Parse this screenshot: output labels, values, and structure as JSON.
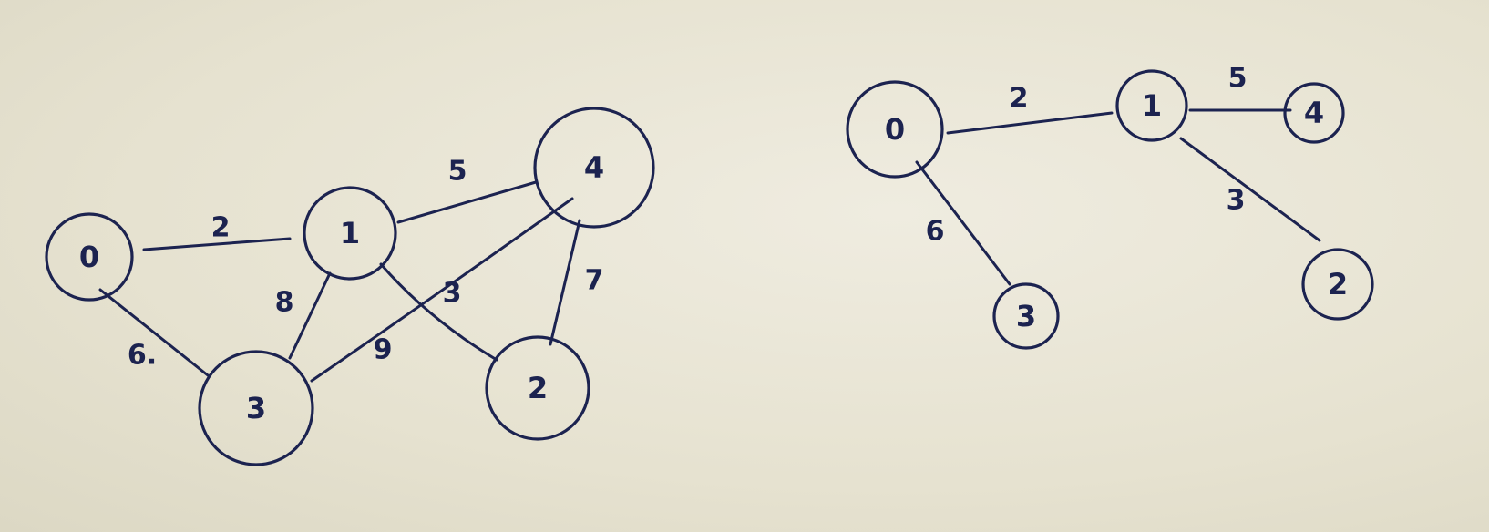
{
  "colors": {
    "ink": "#1c2350",
    "paper": "#e7e3d2"
  },
  "graphs": {
    "original": {
      "nodes": {
        "n0": "0",
        "n1": "1",
        "n2": "2",
        "n3": "3",
        "n4": "4"
      },
      "edges": [
        {
          "from": "0",
          "to": "1",
          "weight": "2"
        },
        {
          "from": "1",
          "to": "4",
          "weight": "5"
        },
        {
          "from": "1",
          "to": "3",
          "weight": "8"
        },
        {
          "from": "1",
          "to": "2",
          "weight": "3"
        },
        {
          "from": "3",
          "to": "4",
          "weight": "9"
        },
        {
          "from": "4",
          "to": "2",
          "weight": "7"
        },
        {
          "from": "3",
          "to": "0",
          "weight": "6."
        }
      ]
    },
    "tree": {
      "nodes": {
        "n0": "0",
        "n1": "1",
        "n2": "2",
        "n3": "3",
        "n4": "4"
      },
      "edges": [
        {
          "from": "0",
          "to": "1",
          "weight": "2"
        },
        {
          "from": "1",
          "to": "4",
          "weight": "5"
        },
        {
          "from": "1",
          "to": "2",
          "weight": "3"
        },
        {
          "from": "0",
          "to": "3",
          "weight": "6"
        }
      ]
    }
  }
}
